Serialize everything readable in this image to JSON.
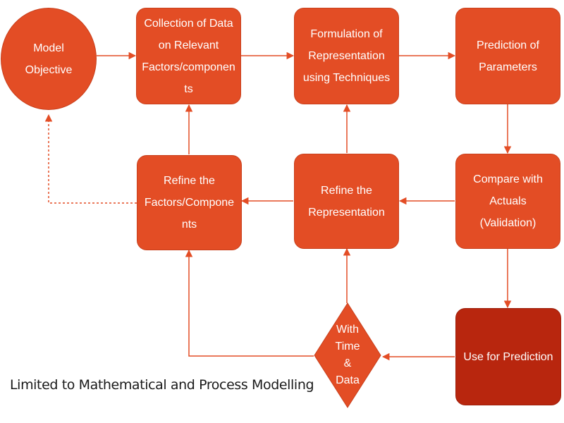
{
  "nodes": {
    "model_objective": "Model\nObjective",
    "collection": "Collection of Data\non Relevant\nFactors/componen\nts",
    "formulation": "Formulation of\nRepresentation\nusing Techniques",
    "prediction_params": "Prediction of\nParameters",
    "compare": "Compare with\nActuals\n(Validation)",
    "refine_representation": "Refine the\nRepresentation",
    "refine_factors": "Refine the\nFactors/Compone\nnts",
    "use_prediction": "Use for Prediction",
    "with_time_data": "With\nTime\n&\nData"
  },
  "footer": "Limited to Mathematical and Process Modelling",
  "colors": {
    "node": "#e34d25",
    "node_dark": "#b8260e",
    "connector": "#e34d25"
  }
}
